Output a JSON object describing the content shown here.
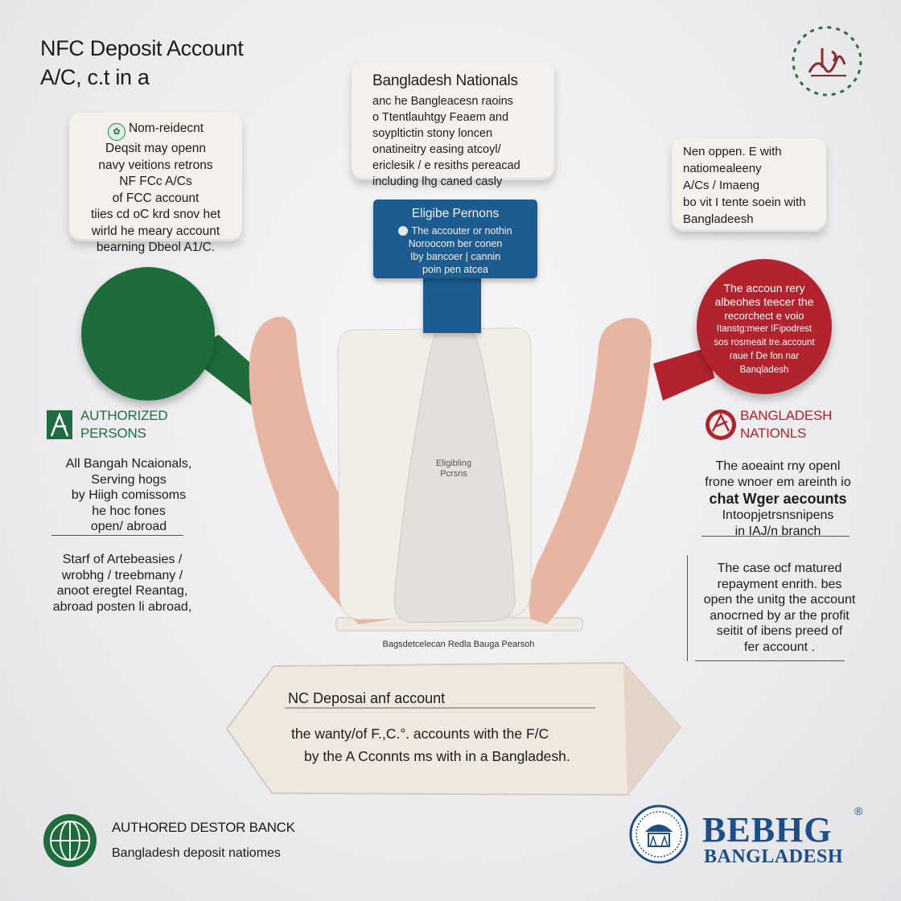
{
  "title": {
    "line1": "NFC Deposit Account",
    "line2": "A/C, c.t in a"
  },
  "left_card": {
    "lines": [
      "Nom-reidecnt",
      "Deqsit may openn",
      "navy veitions retrons",
      "NF FCc A/Cs",
      "of FCC account",
      "tiies cd oC krd snov het",
      "wirld he meary account",
      "bearning Dbeol A1/C."
    ]
  },
  "top_card": {
    "heading": "Bangladesh Nationals",
    "lines": [
      "anc he Bangleacesn raoins",
      "o Ttentlauhtgy Feaem and",
      "soypltictin stony loncen",
      "onatineitry easing atcoyl/",
      "ericlesik / e resiths pereacad",
      "including lhg caned casly"
    ]
  },
  "right_card": {
    "lines": [
      "Nen oppen. E with",
      "natiomealeeny",
      "A/Cs / Imaeng",
      "bo vit I tente soein with",
      "Bangladeesh"
    ]
  },
  "eligible_tag": {
    "heading": "Eligibe Pernons",
    "lines": [
      "The accouter or nothin",
      "Noroocom  ber conen",
      "Iby bancoer | cannin",
      "poin pen atcea"
    ]
  },
  "red_disc": {
    "lines": [
      "The accoun rery",
      "albeohes teecer the",
      "recorchect e voio",
      "Itanstg:meer IFipodrest",
      "sos rosmeait tre.account",
      "raue f De fon nar",
      "Banqladesh"
    ]
  },
  "center": {
    "card_label_1": "Eligibling",
    "card_label_2": "Pcrsns",
    "base_caption": "Bagsdetcelecan Redla Bauga Pearsoh"
  },
  "left_section": {
    "heading_line1": "AUTHORIZED",
    "heading_line2": "PERSONS",
    "block1": [
      "All Bangah Ncaionals,",
      "Serving hogs",
      "by Hiigh comissoms",
      "he hoc fones",
      "open/ abroad"
    ],
    "block2": [
      "Starf of Artebeasies /",
      "wrobhg / treebmany  /",
      "anoot eregtel Reantag,",
      "abroad posten li abroad,"
    ]
  },
  "right_section": {
    "heading_line1": "BANGLADESH",
    "heading_line2": "NATIONLS",
    "block1": [
      "The aoeaint rny openl",
      "frone wnoer em areinth io",
      "chat Wger aecounts",
      "Intoopjetrsnsnipens",
      "in IAJ/n branch"
    ],
    "block2": [
      "The case ocf matured",
      "repayment enrith. bes",
      "open the unitg the account",
      "anocrned by ar the profit",
      "seitit of ibens preed of",
      "fer account ."
    ]
  },
  "banner": {
    "heading": "NC Deposai anf account",
    "line1": "the wanty/of F.,C.°. accounts with the F/C",
    "line2": "by the A Cconnts ms with in a Bangladesh."
  },
  "footer_left": {
    "name": "AUTHORED DESTOR BANCK",
    "subtitle": "Bangladesh deposit natiomes"
  },
  "footer_right": {
    "name": "BEBHG",
    "registered": "®",
    "subtitle": "BANGLADESH"
  },
  "colors": {
    "green": "#1e6b3c",
    "red": "#b2232e",
    "blue": "#1d5c91",
    "peach": "#e6b6a3",
    "cream": "#f4f1ec"
  }
}
